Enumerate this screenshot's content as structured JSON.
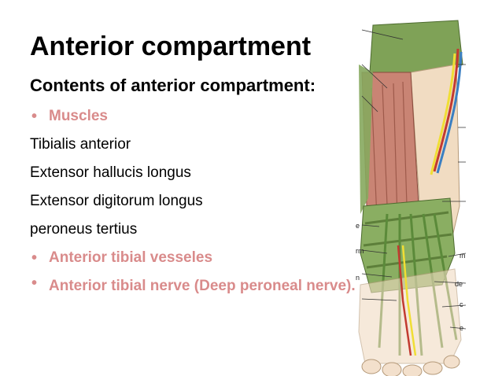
{
  "slide": {
    "title": "Anterior compartment",
    "subtitle": "Contents of anterior compartment:",
    "items": [
      {
        "type": "bullet",
        "text": "Muscles"
      },
      {
        "type": "line",
        "text": "Tibialis anterior"
      },
      {
        "type": "line",
        "text": "Extensor hallucis longus"
      },
      {
        "type": "line",
        "text": "Extensor digitorum longus"
      },
      {
        "type": "line",
        "text": "peroneus tertius"
      },
      {
        "type": "bullet",
        "text": "Anterior tibial vesseles"
      },
      {
        "type": "bullet",
        "text": "Anterior tibial nerve (Deep peroneal nerve)."
      }
    ],
    "bullet_glyph": "•",
    "accent_color": "#d98b8b"
  },
  "figure": {
    "subject": "anterior-leg-anatomy-illustration",
    "label_fragments": [
      "e",
      "rm",
      "n",
      "m",
      "de",
      "c",
      "e"
    ]
  }
}
